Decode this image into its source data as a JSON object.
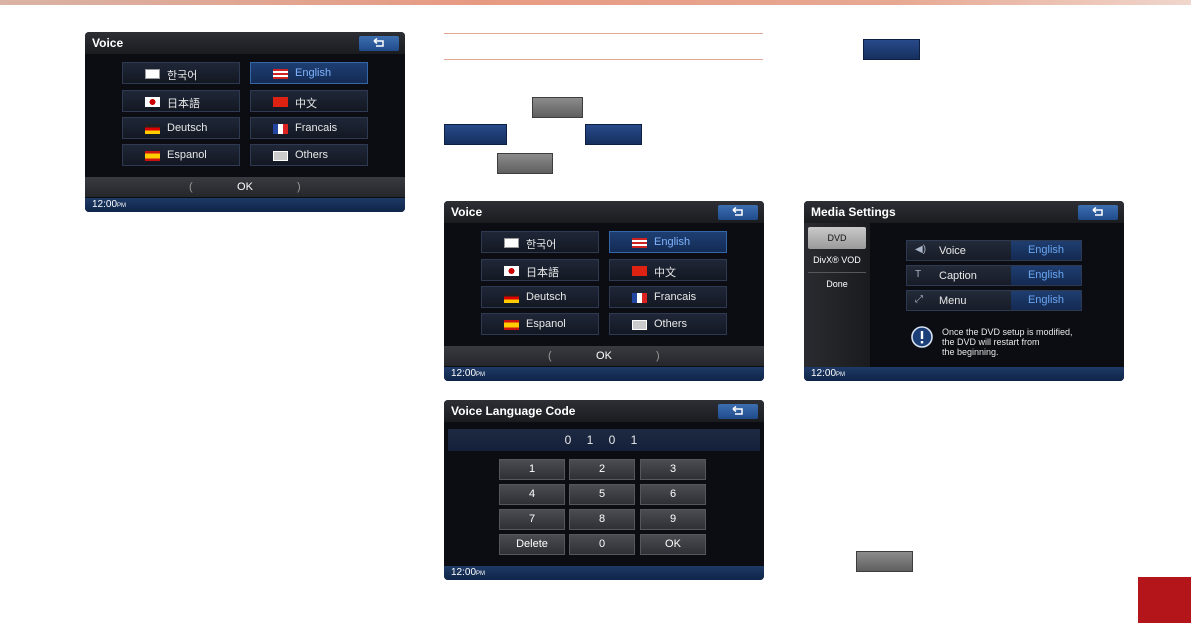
{
  "voice_screen": {
    "title": "Voice",
    "ok": "OK",
    "time": "12:00",
    "ampm": "PM",
    "languages": [
      {
        "label": "한국어",
        "flag": "kr"
      },
      {
        "label": "English",
        "flag": "us",
        "selected": true
      },
      {
        "label": "日本語",
        "flag": "jp"
      },
      {
        "label": "中文",
        "flag": "cn"
      },
      {
        "label": "Deutsch",
        "flag": "de"
      },
      {
        "label": "Francais",
        "flag": "fr"
      },
      {
        "label": "Espanol",
        "flag": "es"
      },
      {
        "label": "Others",
        "flag": "others"
      }
    ]
  },
  "code_screen": {
    "title": "Voice Language Code",
    "code": "0 1 0 1",
    "keys": [
      "1",
      "2",
      "3",
      "4",
      "5",
      "6",
      "7",
      "8",
      "9",
      "Delete",
      "0",
      "OK"
    ],
    "time": "12:00",
    "ampm": "PM"
  },
  "media_screen": {
    "title": "Media Settings",
    "tabs": [
      "DVD",
      "DivX® VOD",
      "Done"
    ],
    "rows": [
      {
        "icon": "speaker-icon",
        "label": "Voice",
        "value": "English"
      },
      {
        "icon": "caption-icon",
        "label": "Caption",
        "value": "English"
      },
      {
        "icon": "menu-icon",
        "label": "Menu",
        "value": "English"
      }
    ],
    "info_line1": "Once the DVD setup is modified,",
    "info_line2": "the DVD will restart from",
    "info_line3": "the beginning.",
    "time": "12:00",
    "ampm": "PM"
  },
  "colors": {
    "accent_blue": "#1f4a8a",
    "page_marker": "#b3151a",
    "value_text": "#6aa6f2"
  }
}
